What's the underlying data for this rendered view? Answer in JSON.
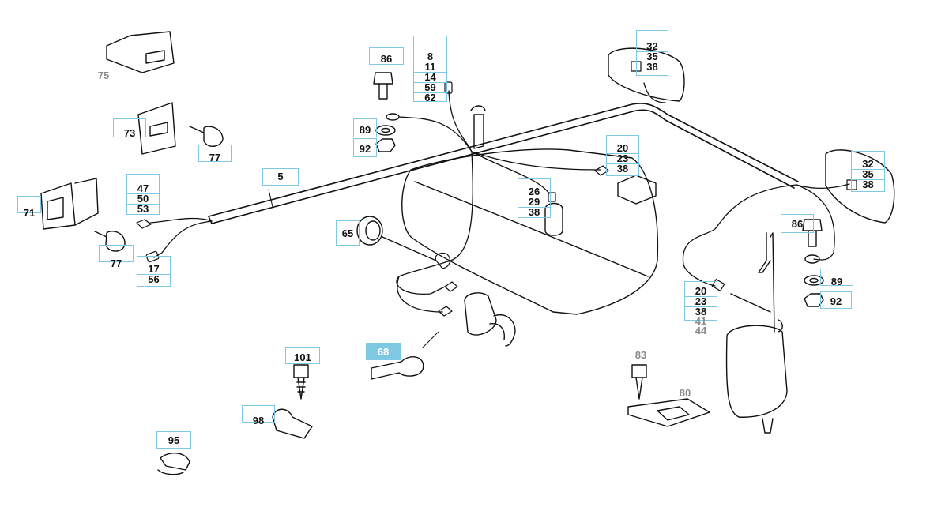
{
  "diagram": {
    "title": "Wiring harness parts diagram",
    "accent_color": "#7ec8e3",
    "active_color": "#7ec8e3",
    "line_color": "#111111",
    "muted_color": "#8c8c8c",
    "callouts": {
      "c5": "5",
      "c65": "65",
      "c68": "68",
      "c71": "71",
      "c73": "73",
      "c75": "75",
      "c77a": "77",
      "c77b": "77",
      "c80": "80",
      "c83": "83",
      "c86a": "86",
      "c86b": "86",
      "c89a": "89",
      "c89b": "89",
      "c92a": "92",
      "c92b": "92",
      "c95": "95",
      "c98": "98",
      "c101": "101"
    },
    "stacks": {
      "top_center": [
        "8",
        "11",
        "14",
        "59",
        "62"
      ],
      "top_right": [
        "32",
        "35",
        "38"
      ],
      "right": [
        "32",
        "35",
        "38"
      ],
      "left_mid": [
        "47",
        "50",
        "53"
      ],
      "left_low": [
        "17",
        "56"
      ],
      "center": [
        "26",
        "29",
        "38"
      ],
      "center_right": [
        "20",
        "23",
        "38"
      ],
      "lower_right": [
        "20",
        "23",
        "38",
        "41",
        "44"
      ]
    }
  }
}
